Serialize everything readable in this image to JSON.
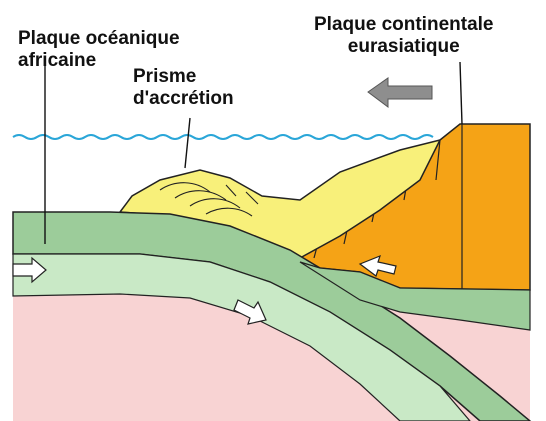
{
  "labels": {
    "oceanic_plate": [
      "Plaque océanique",
      "africaine"
    ],
    "continental_plate": [
      "Plaque continentale",
      "eurasiatique"
    ],
    "accretion_prism": [
      "Prisme",
      "d'accrétion"
    ]
  },
  "colors": {
    "oceanic_plate": "#9ccc9a",
    "oceanic_plate_top": "#c9e9c6",
    "mantle": "#f8d3d3",
    "continental_crust": "#f5a316",
    "accretion_prism": "#f8f07a",
    "sea_line": "#2aa6d8",
    "arrow_fill": "#ffffff",
    "motion_arrow": "#8e8e8e",
    "outline": "#222222"
  },
  "icons": {
    "motion_arrow": "left-arrow-icon",
    "plate_arrows": "right-arrow-icon"
  }
}
